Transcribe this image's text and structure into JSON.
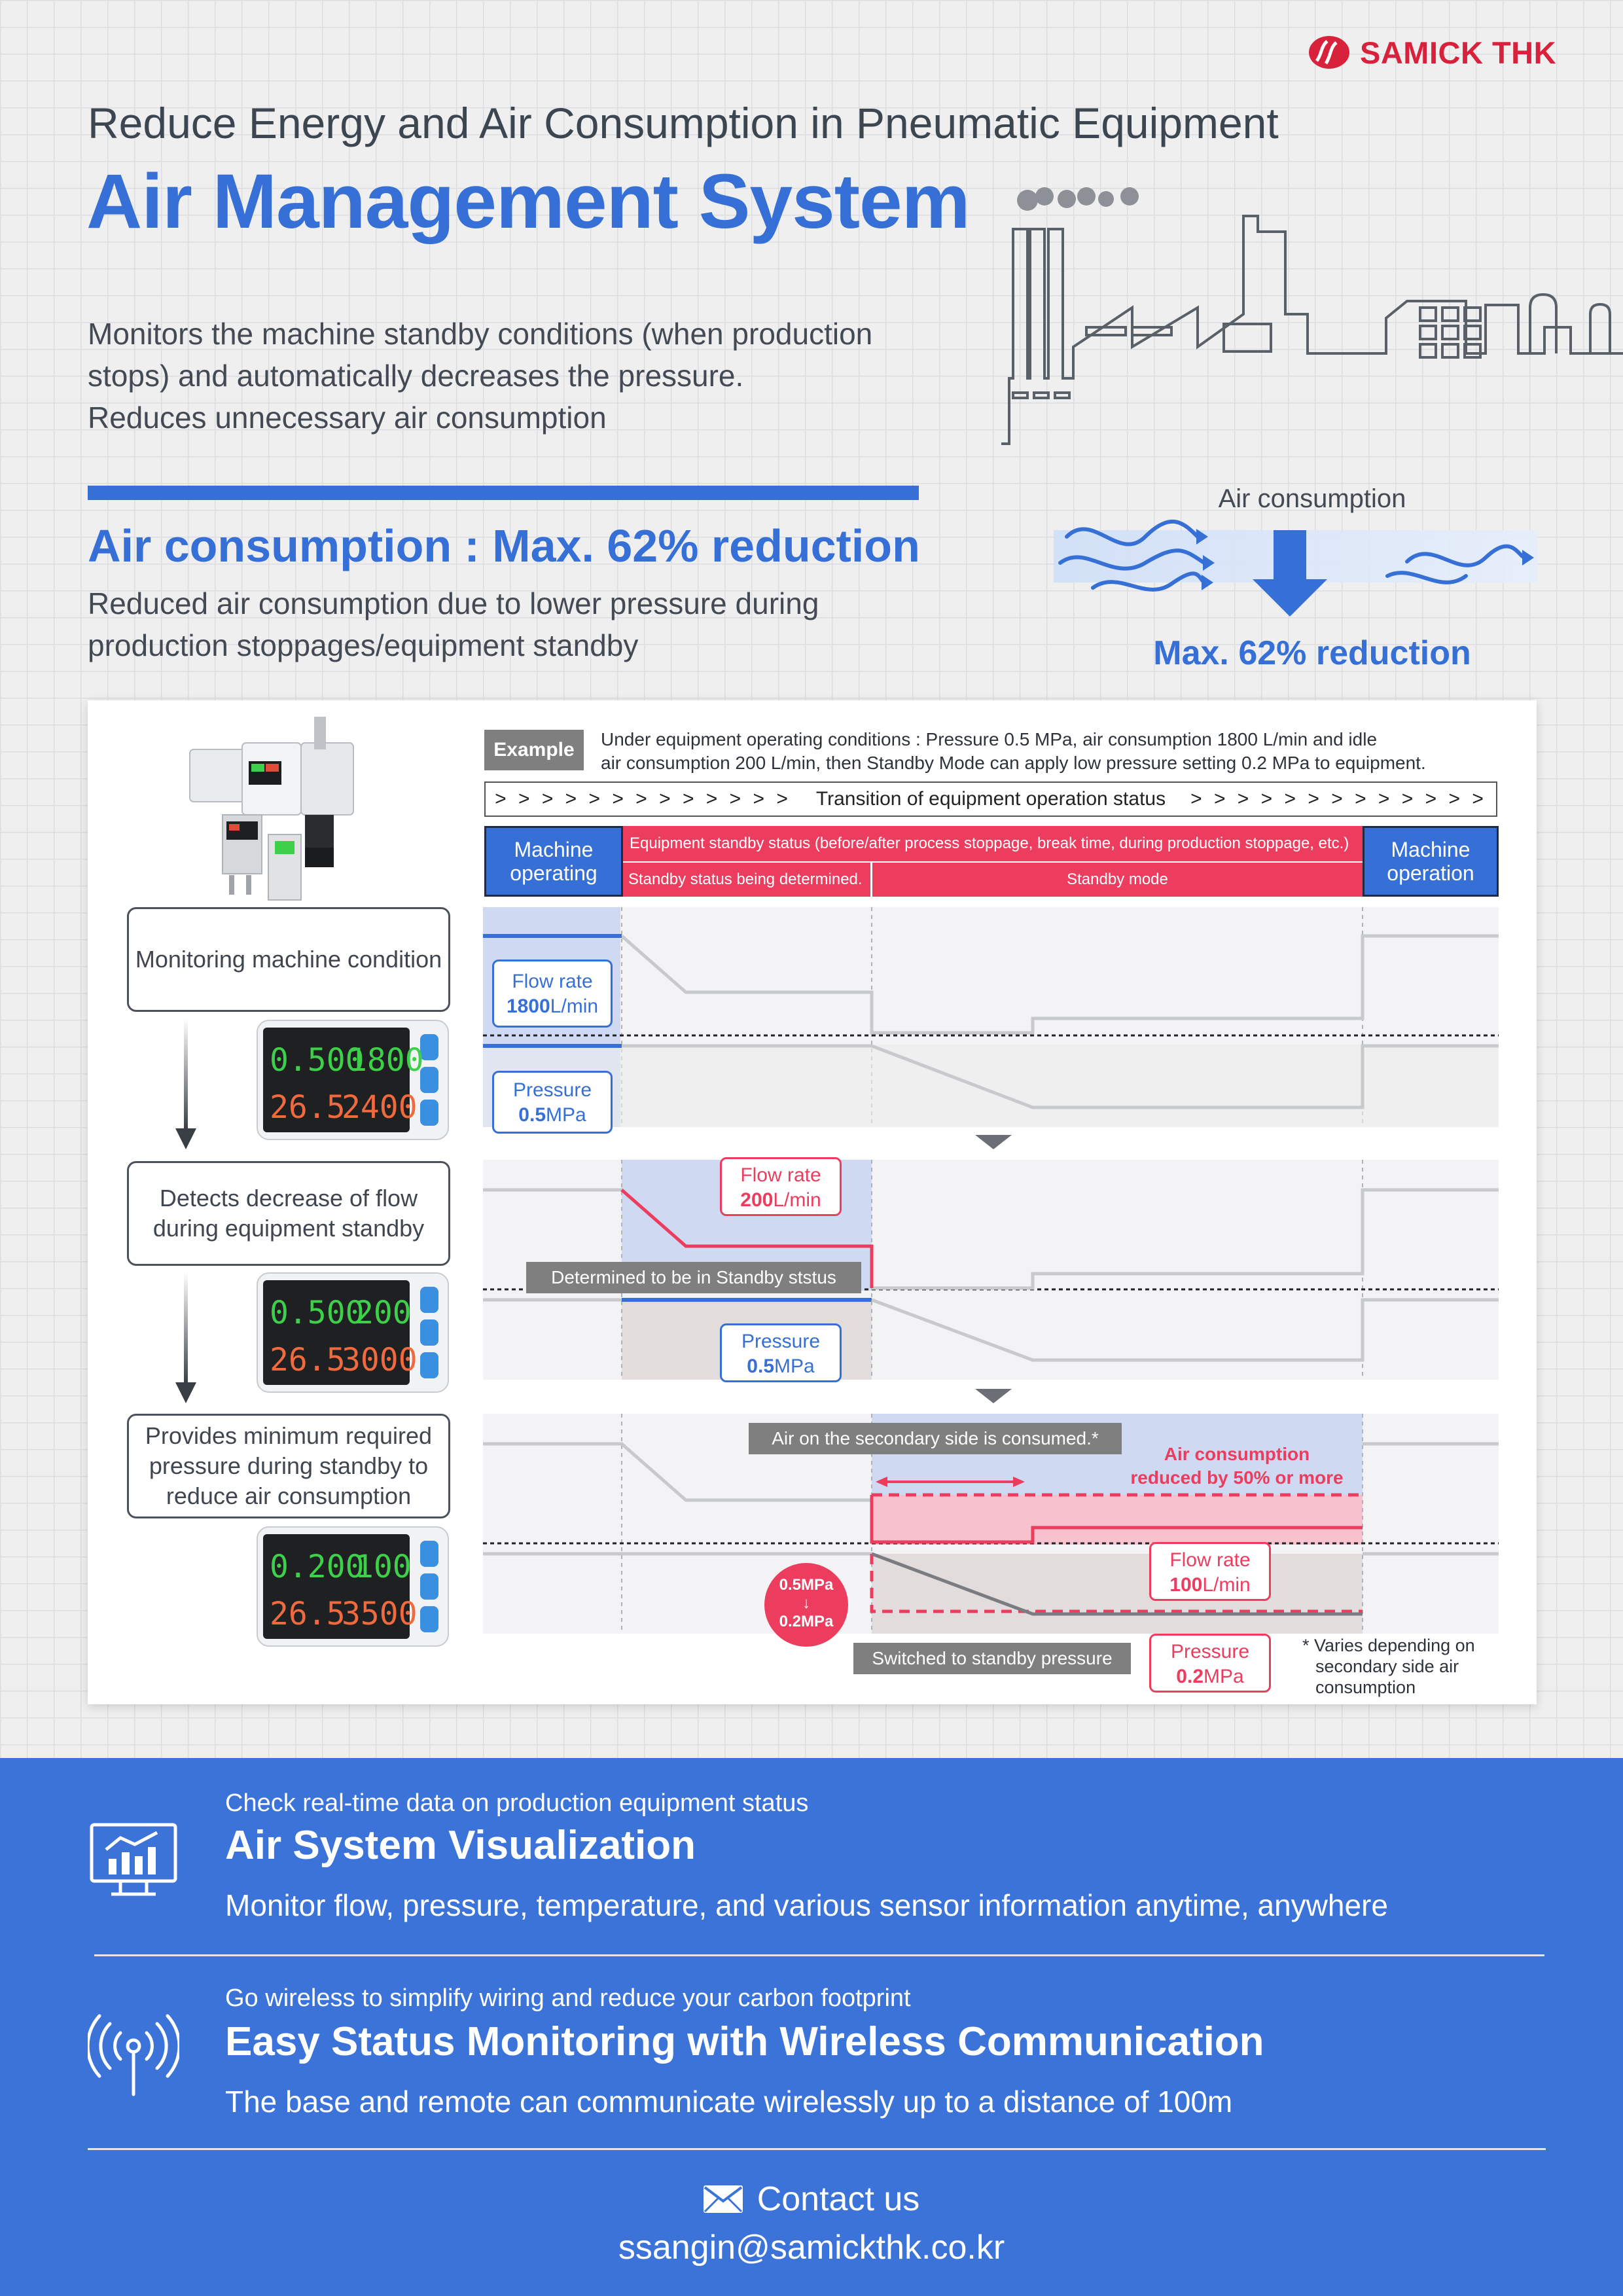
{
  "brand": {
    "logo_text": "SAMICK THK",
    "brand_red": "#d8223c",
    "accent_blue": "#3670d6",
    "standby_red": "#ec3d5f"
  },
  "header": {
    "subtitle": "Reduce Energy and Air Consumption in Pneumatic Equipment",
    "title": "Air Management System",
    "intro": [
      "Monitors the machine standby conditions (when production",
      "stops) and automatically decreases the pressure.",
      "Reduces unnecessary air consumption"
    ]
  },
  "consumption": {
    "title": "Air consumption : Max. 62% reduction",
    "desc": [
      "Reduced air consumption due to lower pressure during",
      "production stoppages/equipment standby"
    ],
    "graphic_label": "Air consumption",
    "graphic_reduction": "Max. 62% reduction"
  },
  "example": {
    "badge": "Example",
    "text": [
      "Under equipment operating conditions : Pressure 0.5 MPa, air consumption 1800 L/min and idle",
      "air consumption 200 L/min, then Standby Mode can apply low pressure setting 0.2 MPa to equipment."
    ],
    "transition_chevrons": "> > > > > > > > > > > > >",
    "transition_label": "Transition of equipment operation status"
  },
  "status_header": {
    "left": "Machine operating",
    "standby_status": "Equipment standby status (before/after process stoppage, break time, during production stoppage, etc.)",
    "being_determined": "Standby status being determined.",
    "standby_mode": "Standby mode",
    "right": "Machine operation"
  },
  "steps": [
    {
      "label": "Monitoring machine condition",
      "meter": {
        "p": "0.500",
        "f": "1800",
        "t": "26.5",
        "total": "2400"
      }
    },
    {
      "label": "Detects decrease of flow during equipment standby",
      "meter": {
        "p": "0.500",
        "f": "200",
        "t": "26.5",
        "total": "3000"
      }
    },
    {
      "label": "Provides minimum required pressure during standby to reduce air consumption",
      "meter": {
        "p": "0.200",
        "f": "100",
        "t": "26.5",
        "total": "3500"
      }
    }
  ],
  "chart1": {
    "flow_label": "Flow rate",
    "flow_value": "1800",
    "flow_unit": "L/min",
    "pressure_label": "Pressure",
    "pressure_value": "0.5",
    "pressure_unit": "MPa"
  },
  "chart2": {
    "flow_label": "Flow rate",
    "flow_value": "200",
    "flow_unit": "L/min",
    "determined": "Determined to be in Standby ststus",
    "pressure_label": "Pressure",
    "pressure_value": "0.5",
    "pressure_unit": "MPa"
  },
  "chart3": {
    "secondary_note": "Air on the secondary side is consumed.*",
    "air_reduced": [
      "Air consumption",
      "reduced by 50% or more"
    ],
    "flow_label": "Flow rate",
    "flow_value": "100",
    "flow_unit": "L/min",
    "badge_from": "0.5MPa",
    "badge_arrow": "↓",
    "badge_to": "0.2MPa",
    "switched": "Switched to standby pressure",
    "pressure_label": "Pressure",
    "pressure_value": "0.2",
    "pressure_unit": "MPa",
    "footnote": [
      "* Varies depending on",
      "secondary side air",
      "consumption"
    ]
  },
  "footer": {
    "s1_small": "Check real-time data on production equipment status",
    "s1_big": "Air System Visualization",
    "s1_desc": "Monitor flow, pressure, temperature, and various sensor information anytime, anywhere",
    "s2_small": "Go wireless to simplify wiring and reduce your carbon footprint",
    "s2_big": "Easy Status Monitoring with Wireless Communication",
    "s2_desc": "The base and remote can communicate wirelessly up to a distance of 100m",
    "contact_label": "Contact us",
    "contact_email": "ssangin@samickthk.co.kr"
  }
}
